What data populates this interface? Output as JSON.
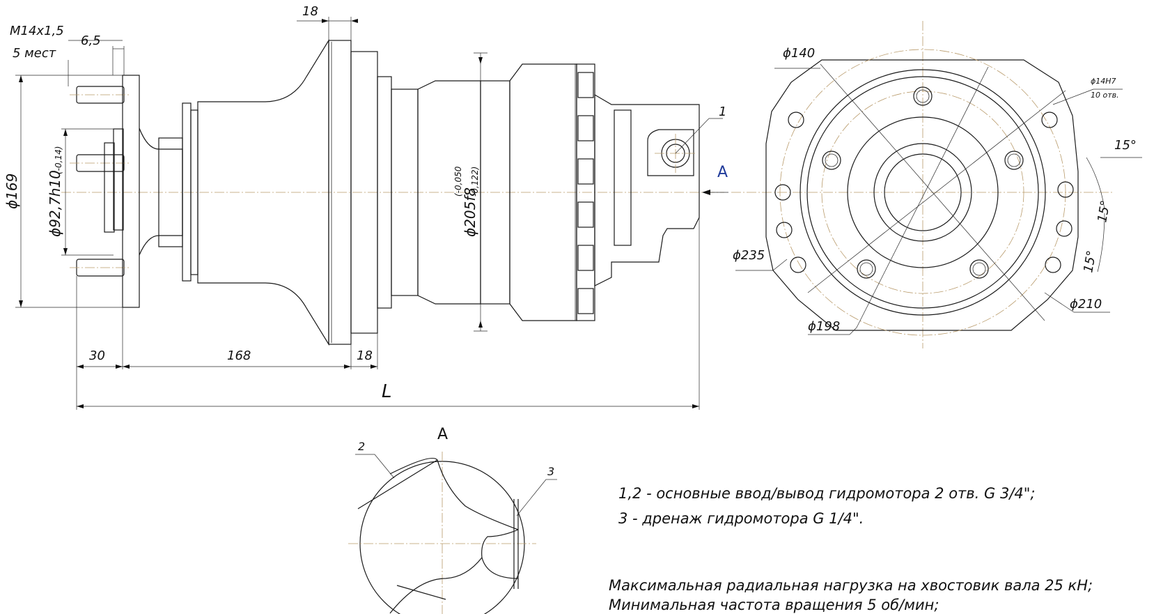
{
  "labels": {
    "thread": "M14x1,5",
    "thread_qty": "5 мест",
    "dim_6_5": "6,5",
    "dim_18_top": "18",
    "dim_169": "ϕ169",
    "dim_92": "ϕ92,7h10",
    "dim_92_tol": "(-0,14)",
    "dim_205": "ϕ205f8",
    "dim_205_tol_up": "(-0,050",
    "dim_205_tol_lo": "-0,122)",
    "part_1": "1",
    "view_a_arrow": "A",
    "dim_30": "30",
    "dim_168": "168",
    "dim_18_bottom": "18",
    "dim_L": "L",
    "dim_140": "ϕ140",
    "holes": "ϕ14H7",
    "holes_qty": "10 отв.",
    "angle_1": "15°",
    "angle_2": "15°",
    "angle_3": "15°",
    "dim_235": "ϕ235",
    "dim_210": "ϕ210",
    "dim_198": "ϕ198",
    "view_a_title": "A",
    "part_2": "2",
    "part_3": "3"
  },
  "notes": {
    "line1": "1,2 - основные ввод/вывод гидромотора   2 отв.  G 3/4\";",
    "line2": "3 - дренаж гидромотора G 1/4\".",
    "line3": "Максимальная радиальная нагрузка на хвостовик вала  25 кН;",
    "line4": "Минимальная частота вращения  5 об/мин;"
  }
}
